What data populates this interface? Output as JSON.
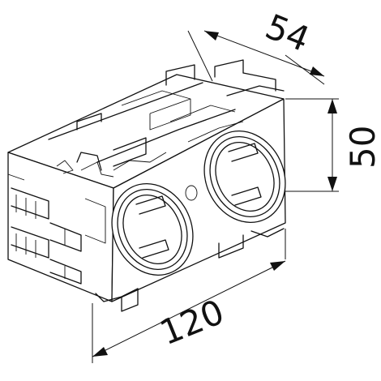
{
  "dimensions": {
    "depth": "54",
    "height": "50",
    "width": "120"
  },
  "colors": {
    "line": "#111111",
    "background": "#ffffff"
  }
}
